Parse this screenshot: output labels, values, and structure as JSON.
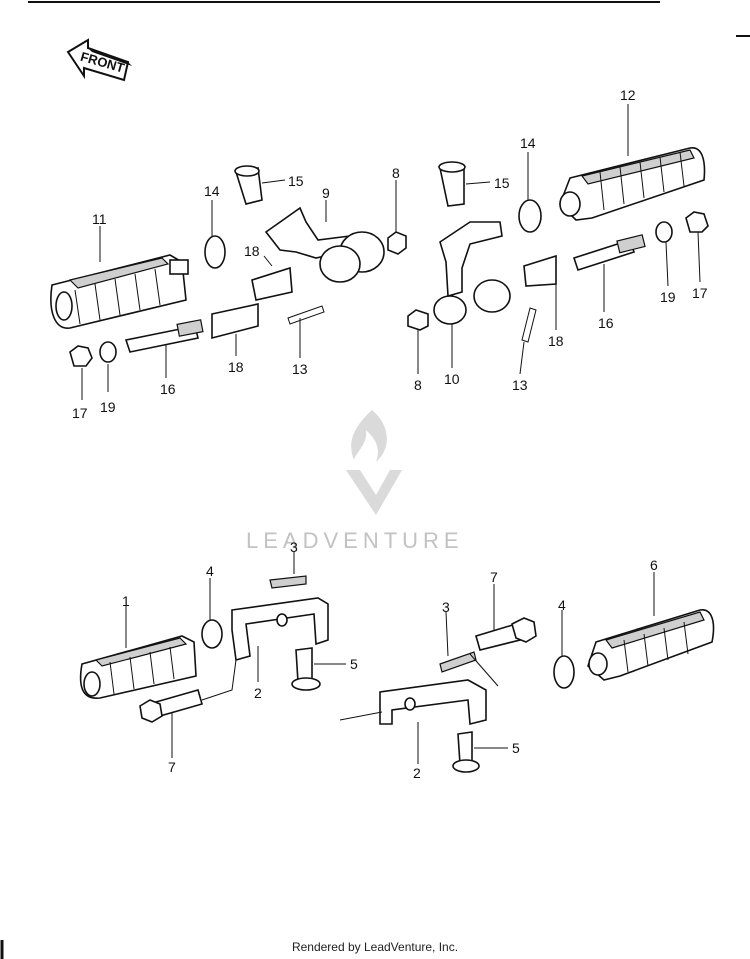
{
  "front_label": "FRONT",
  "watermark": "LEADVENTURE",
  "footer": "Rendered by LeadVenture, Inc.",
  "callouts": [
    "1",
    "2",
    "2",
    "3",
    "3",
    "4",
    "4",
    "5",
    "5",
    "6",
    "7",
    "7",
    "8",
    "8",
    "9",
    "10",
    "11",
    "12",
    "13",
    "13",
    "14",
    "14",
    "15",
    "15",
    "16",
    "16",
    "17",
    "17",
    "18",
    "18",
    "18",
    "19",
    "19"
  ]
}
